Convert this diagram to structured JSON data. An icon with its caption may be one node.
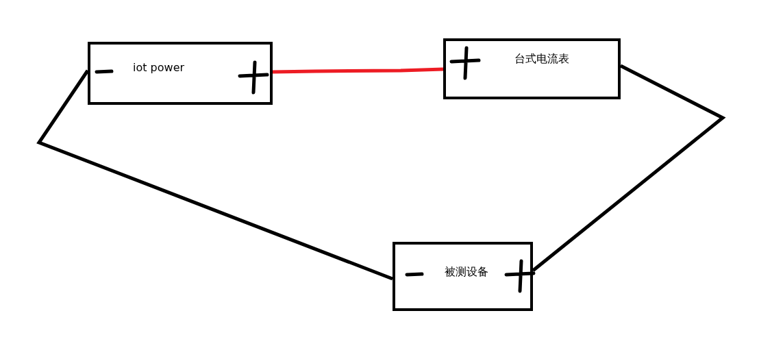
{
  "diagram": {
    "nodes": [
      {
        "text": [
          "iot power"
        ]
      },
      {
        "text": [
          "台式电流表"
        ]
      },
      {
        "text": [
          "被测设备"
        ]
      }
    ],
    "edges": [
      {
        "from": 0,
        "to": 1,
        "arrow": "none",
        "color": "#ed1c24"
      },
      {
        "from": 1,
        "to": 2,
        "arrow": "none"
      },
      {
        "from": 2,
        "to": 0,
        "arrow": "none"
      }
    ]
  }
}
